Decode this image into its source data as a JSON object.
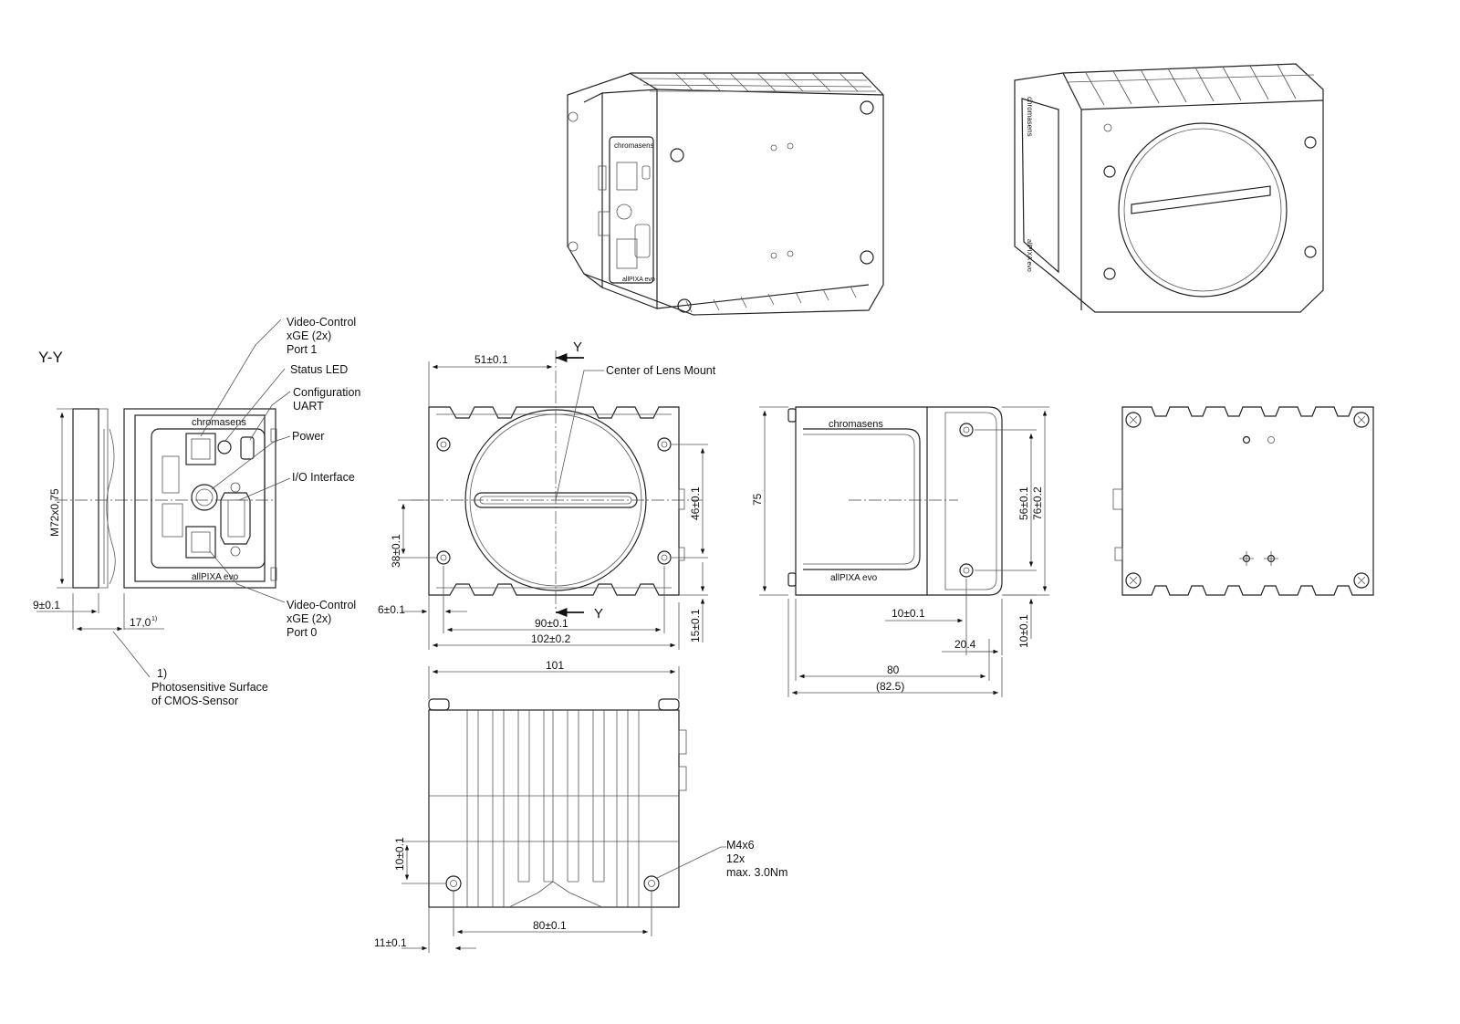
{
  "section": {
    "title": "Y-Y",
    "y_marker": "Y"
  },
  "brand": {
    "logo_text": "chromasens",
    "model_text": "allPIXA  evo"
  },
  "callouts": {
    "video_control_1": [
      "Video-Control",
      "xGE (2x)",
      "Port 1"
    ],
    "status_led": "Status LED",
    "configuration": [
      "Configuration",
      "UART"
    ],
    "power": "Power",
    "io_interface": "I/O Interface",
    "video_control_0": [
      "Video-Control",
      "xGE (2x)",
      "Port 0"
    ],
    "center_of_lens_mount": "Center of Lens Mount",
    "mounting_holes": [
      "M4x6",
      "12x",
      "max. 3.0Nm"
    ],
    "footnote": [
      "1)",
      "Photosensitive Surface",
      "of CMOS-Sensor"
    ]
  },
  "dimensions": {
    "side_thread": "M72x0,75",
    "side_offset_cut": "9±0.1",
    "side_sensor": "17,0",
    "sensor_superscript": "1)",
    "front_51": "51±0.1",
    "front_38": "38±0.1",
    "front_46": "46±0.1",
    "front_6": "6±0.1",
    "front_90": "90±0.1",
    "front_102": "102±0.2",
    "front_15": "15±0.1",
    "top_101": "101",
    "top_10": "10±0.1",
    "top_80": "80±0.1",
    "top_11": "11±0.1",
    "right_75": "75",
    "right_56": "56±0.1",
    "right_76": "76±0.2",
    "right_10h": "10±0.1",
    "right_20_4": "20.4",
    "right_10v": "10±0.1",
    "right_80": "80",
    "right_82_5": "(82.5)"
  }
}
